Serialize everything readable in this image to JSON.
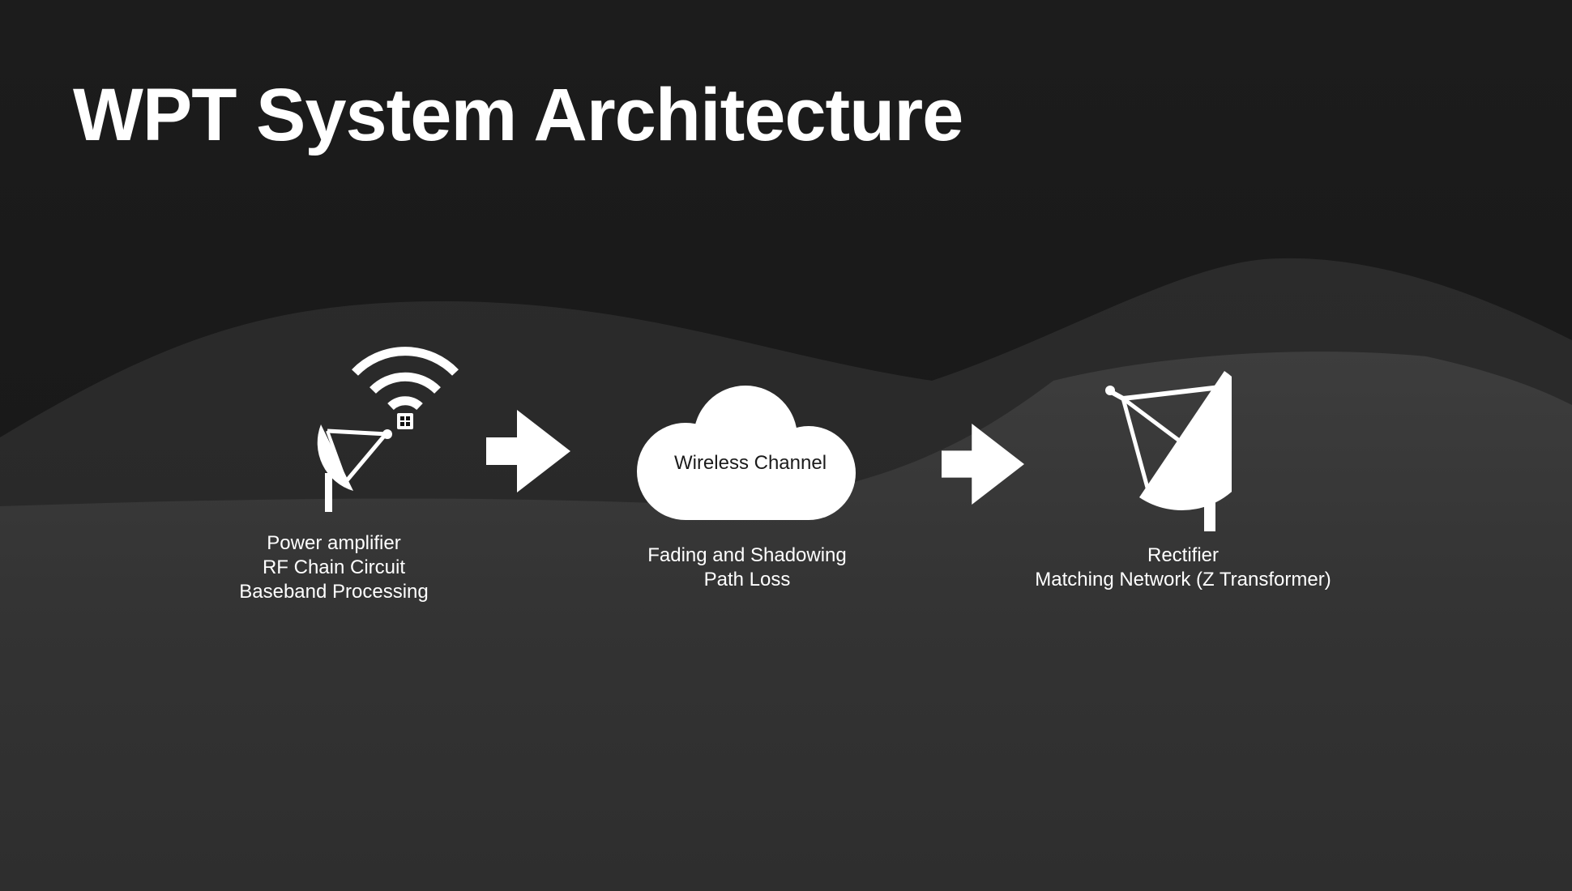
{
  "title": "WPT System Architecture",
  "icons": {
    "transmitter": "satellite-dish-icon",
    "signal": "wifi-signal-icon",
    "arrow": "right-arrow-icon",
    "channel": "cloud-icon",
    "receiver": "satellite-dish-icon"
  },
  "blocks": {
    "transmitter": {
      "lines": [
        "Power amplifier",
        "RF Chain Circuit",
        "Baseband Processing"
      ]
    },
    "channel": {
      "label": "Wireless Channel",
      "lines": [
        "Fading and Shadowing",
        "Path Loss"
      ]
    },
    "receiver": {
      "lines": [
        "Rectifier",
        "Matching Network (Z Transformer)"
      ]
    }
  },
  "colors": {
    "background_dark": "#1b1b1b",
    "hill": "#3a3a3a",
    "foreground": "#ffffff",
    "cloud_text": "#1b1b1b"
  }
}
